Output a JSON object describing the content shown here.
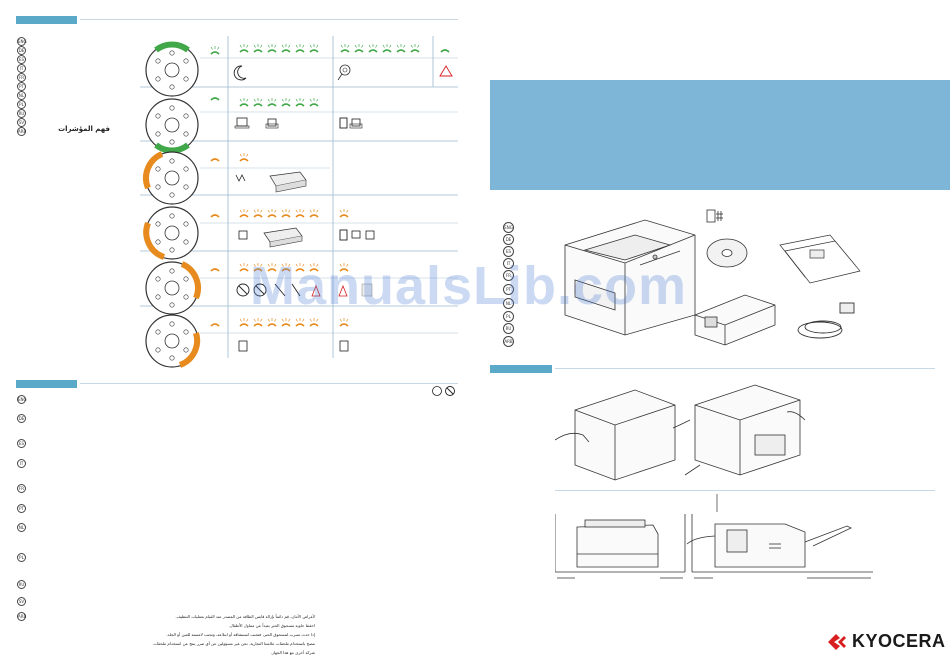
{
  "left_langs": [
    "ENG",
    "DE",
    "ES",
    "IT",
    "FR",
    "PT",
    "NL",
    "PL",
    "RU",
    "SV",
    "ARB"
  ],
  "left_heading_ar": "فهم المؤشرات",
  "lower_langs": [
    "ENG",
    "DE",
    "ES",
    "IT",
    "FR",
    "PT",
    "NL",
    "PL",
    "RU",
    "SV",
    "ARB"
  ],
  "arabic_lines": [
    "لأغراض الأمان، قم دائماً بإزالة قابس الطاقة من المصدر عند القيام بعمليات التنظيف.",
    "احفظ حاوية مسحوق الحبر بعيداً عن متناول الأطفال.",
    "إذا حدث تسرب لمسحوق الحبر، فتجنب استنشاقه أو ابتلاعه، وتجنب لامسته للعين أو الجلد.",
    "ننصح باستخدام ملحقات علامتنا التجارية. نحن غير مسؤولين عن أي ضرر ينتج عن استخدام ملحقات شركة أخرى مع هذا الجهاز."
  ],
  "right_langs": [
    "ENG",
    "DE",
    "ES",
    "IT",
    "FR",
    "PT",
    "NL",
    "PL",
    "RU",
    "ARB"
  ],
  "watermark": "ManualsLib.com",
  "brand": "KYOCERA",
  "colors": {
    "teal": "#5aa9c8",
    "blue_panel": "#7eb6d7",
    "green": "#41a84a",
    "orange": "#e88b1e",
    "brand_red": "#d81e1e"
  }
}
